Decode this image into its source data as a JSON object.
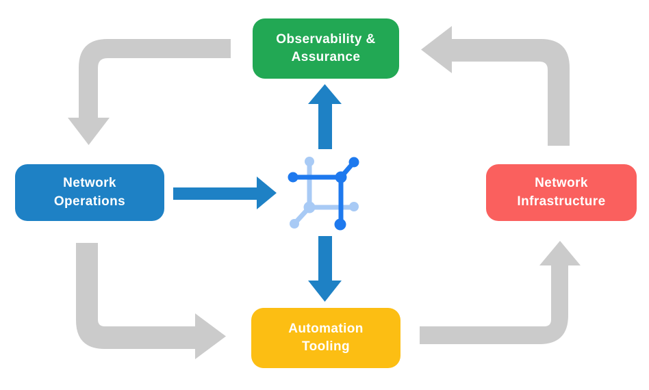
{
  "diagram": {
    "title": "Network automation lifecycle diagram",
    "text_color": "#ffffff",
    "nodes": [
      {
        "id": "observability-assurance",
        "label": "Observability &\nAssurance",
        "color": "#22a854",
        "position": "top"
      },
      {
        "id": "network-operations",
        "label": "Network\nOperations",
        "color": "#1e81c5",
        "position": "left"
      },
      {
        "id": "network-infrastructure",
        "label": "Network\nInfrastructure",
        "color": "#fa605e",
        "position": "right"
      },
      {
        "id": "automation-tooling",
        "label": "Automation\nTooling",
        "color": "#fcbe13",
        "position": "bottom"
      }
    ],
    "center_icon": {
      "name": "network-mesh-icon",
      "primary_color": "#1e79ee",
      "secondary_color": "#a8caf5"
    },
    "arrows": {
      "cycle_color": "#cbcbcb",
      "flow_color": "#1e81c5",
      "cycle": [
        {
          "from": "observability-assurance",
          "to": "network-operations",
          "direction": "down"
        },
        {
          "from": "network-operations",
          "to": "automation-tooling",
          "direction": "right"
        },
        {
          "from": "automation-tooling",
          "to": "network-infrastructure",
          "direction": "up"
        },
        {
          "from": "network-infrastructure",
          "to": "observability-assurance",
          "direction": "left"
        }
      ],
      "flows": [
        {
          "from": "network-operations",
          "to": "center-icon",
          "direction": "right"
        },
        {
          "from": "center-icon",
          "to": "observability-assurance",
          "direction": "up"
        },
        {
          "from": "center-icon",
          "to": "automation-tooling",
          "direction": "down"
        }
      ]
    }
  }
}
